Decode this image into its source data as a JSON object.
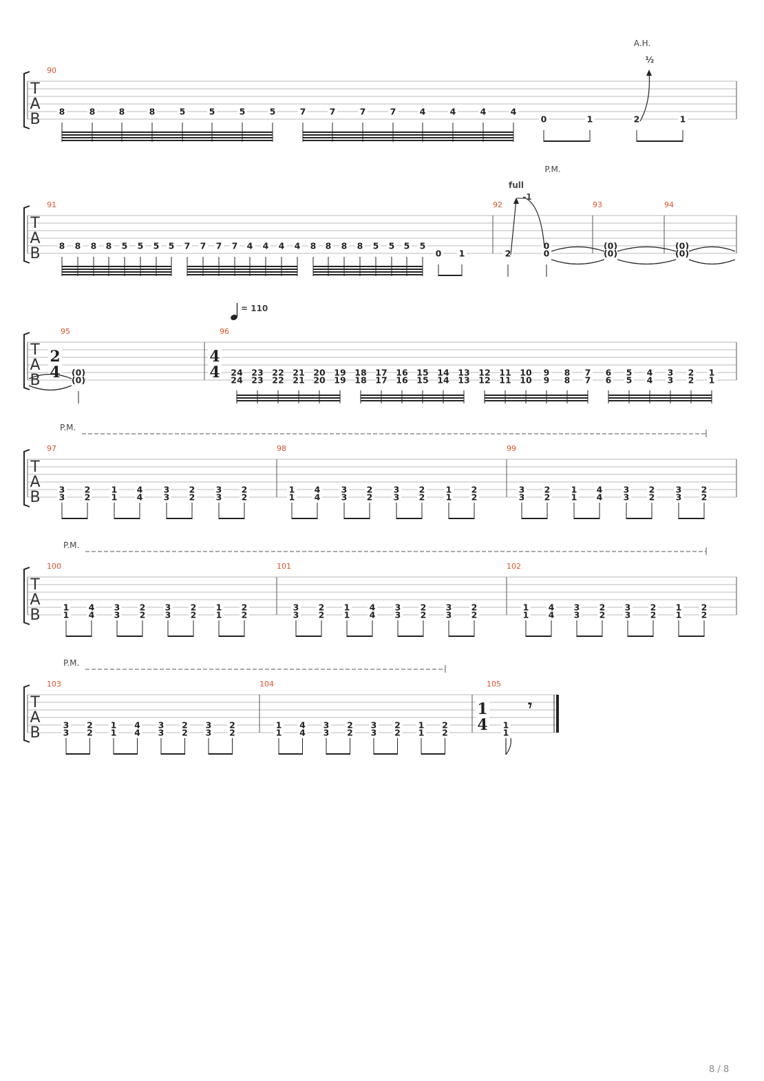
{
  "page_number": "8 / 8",
  "colors": {
    "measure_number": "#e0522a",
    "staff_line": "#b8b8b8",
    "ink": "#222222"
  },
  "tab_letters": [
    "T",
    "A",
    "B"
  ],
  "annotations": {
    "ah": "A.H.",
    "half": "½",
    "full": "full",
    "minus_one": "-1",
    "pm": "P.M.",
    "tempo": "= 110",
    "rest": "𝄾"
  },
  "time_signatures": [
    {
      "measure": "95",
      "top": "2",
      "bottom": "4"
    },
    {
      "measure": "96",
      "top": "4",
      "bottom": "4"
    },
    {
      "measure": "105",
      "top": "1",
      "bottom": "4"
    }
  ],
  "systems": [
    {
      "measures": [
        {
          "number": "90",
          "strings_5": [
            "8",
            "8",
            "8",
            "8",
            "5",
            "5",
            "5",
            "5",
            "7",
            "7",
            "7",
            "7",
            "4",
            "4",
            "4",
            "4"
          ],
          "strings_6": [
            "0",
            "1",
            "2",
            "1"
          ]
        }
      ]
    },
    {
      "measures": [
        {
          "number": "91",
          "strings_5": [
            "8",
            "8",
            "8",
            "8",
            "5",
            "5",
            "5",
            "5",
            "7",
            "7",
            "7",
            "7",
            "4",
            "4",
            "4",
            "4",
            "8",
            "8",
            "8",
            "8",
            "5",
            "5",
            "5",
            "5"
          ],
          "strings_6": [
            "0",
            "1"
          ]
        },
        {
          "number": "92",
          "notes": [
            "2",
            "0",
            "0"
          ]
        },
        {
          "number": "93",
          "notes": [
            "(0)",
            "(0)"
          ]
        },
        {
          "number": "94",
          "notes": [
            "(0)",
            "(0)"
          ]
        }
      ]
    },
    {
      "measures": [
        {
          "number": "95",
          "notes": [
            "(0)",
            "(0)"
          ]
        },
        {
          "number": "96",
          "dyads": [
            "24",
            "23",
            "22",
            "21",
            "20",
            "19",
            "18",
            "17",
            "16",
            "15",
            "14",
            "13",
            "12",
            "11",
            "10",
            "9",
            "8",
            "7",
            "6",
            "5",
            "4",
            "3",
            "2",
            "1"
          ]
        }
      ]
    },
    {
      "measures": [
        {
          "number": "97",
          "dyads": [
            [
              "3",
              "3"
            ],
            [
              "2",
              "2"
            ],
            [
              "1",
              "1"
            ],
            [
              "4",
              "4"
            ],
            [
              "3",
              "3"
            ],
            [
              "2",
              "2"
            ],
            [
              "3",
              "3"
            ],
            [
              "2",
              "2"
            ]
          ]
        },
        {
          "number": "98",
          "dyads": [
            [
              "1",
              "1"
            ],
            [
              "4",
              "4"
            ],
            [
              "3",
              "3"
            ],
            [
              "2",
              "2"
            ],
            [
              "3",
              "3"
            ],
            [
              "2",
              "2"
            ],
            [
              "1",
              "1"
            ],
            [
              "2",
              "2"
            ]
          ]
        },
        {
          "number": "99",
          "dyads": [
            [
              "3",
              "3"
            ],
            [
              "2",
              "2"
            ],
            [
              "1",
              "1"
            ],
            [
              "4",
              "4"
            ],
            [
              "3",
              "3"
            ],
            [
              "2",
              "2"
            ],
            [
              "3",
              "3"
            ],
            [
              "2",
              "2"
            ]
          ]
        }
      ]
    },
    {
      "measures": [
        {
          "number": "100",
          "dyads": [
            [
              "1",
              "1"
            ],
            [
              "4",
              "4"
            ],
            [
              "3",
              "3"
            ],
            [
              "2",
              "2"
            ],
            [
              "3",
              "3"
            ],
            [
              "2",
              "2"
            ],
            [
              "1",
              "1"
            ],
            [
              "2",
              "2"
            ]
          ]
        },
        {
          "number": "101",
          "dyads": [
            [
              "3",
              "3"
            ],
            [
              "2",
              "2"
            ],
            [
              "1",
              "1"
            ],
            [
              "4",
              "4"
            ],
            [
              "3",
              "3"
            ],
            [
              "2",
              "2"
            ],
            [
              "3",
              "3"
            ],
            [
              "2",
              "2"
            ]
          ]
        },
        {
          "number": "102",
          "dyads": [
            [
              "1",
              "1"
            ],
            [
              "4",
              "4"
            ],
            [
              "3",
              "3"
            ],
            [
              "2",
              "2"
            ],
            [
              "3",
              "3"
            ],
            [
              "2",
              "2"
            ],
            [
              "1",
              "1"
            ],
            [
              "2",
              "2"
            ]
          ]
        }
      ]
    },
    {
      "measures": [
        {
          "number": "103",
          "dyads": [
            [
              "3",
              "3"
            ],
            [
              "2",
              "2"
            ],
            [
              "1",
              "1"
            ],
            [
              "4",
              "4"
            ],
            [
              "3",
              "3"
            ],
            [
              "2",
              "2"
            ],
            [
              "3",
              "3"
            ],
            [
              "2",
              "2"
            ]
          ]
        },
        {
          "number": "104",
          "dyads": [
            [
              "1",
              "1"
            ],
            [
              "4",
              "4"
            ],
            [
              "3",
              "3"
            ],
            [
              "2",
              "2"
            ],
            [
              "3",
              "3"
            ],
            [
              "2",
              "2"
            ],
            [
              "1",
              "1"
            ],
            [
              "2",
              "2"
            ]
          ]
        },
        {
          "number": "105",
          "dyads": [
            [
              "1",
              "1"
            ]
          ]
        }
      ]
    }
  ]
}
